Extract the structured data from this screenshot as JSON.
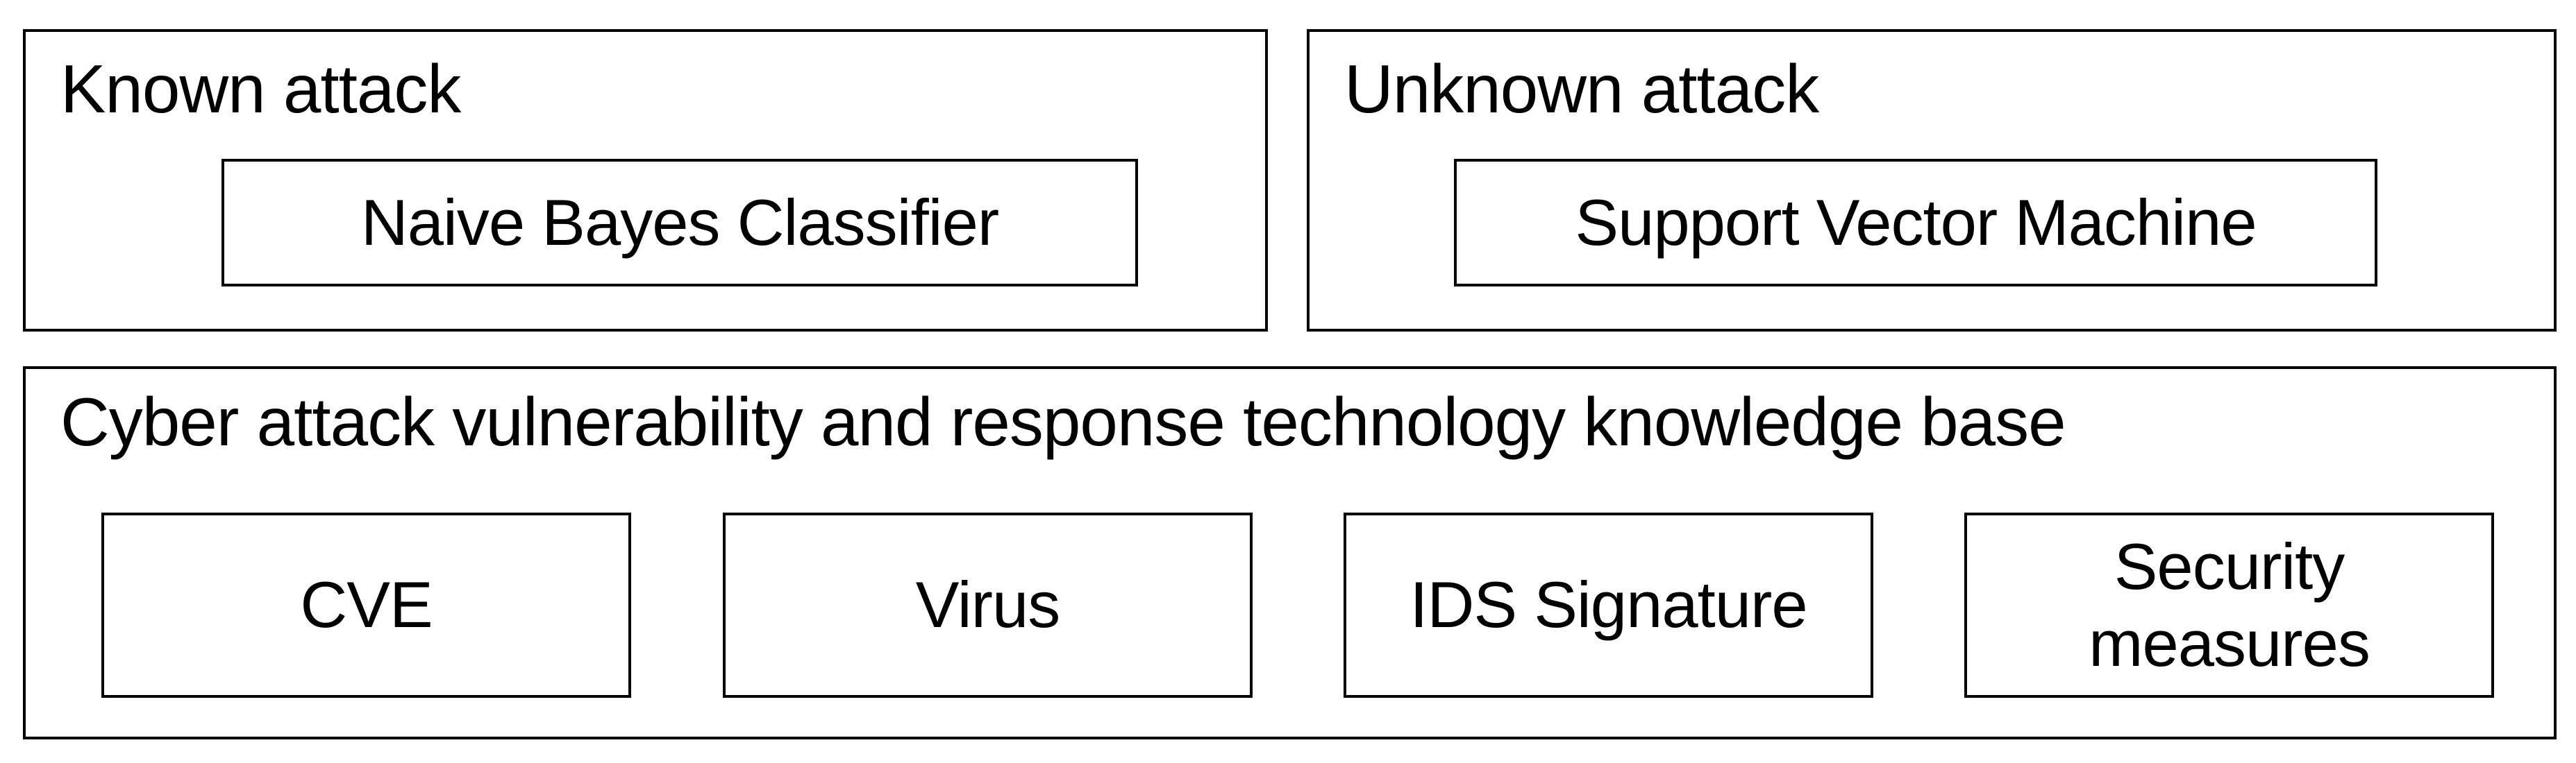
{
  "diagram": {
    "known_attack": {
      "label": "Known attack",
      "classifier": "Naive Bayes Classifier"
    },
    "unknown_attack": {
      "label": "Unknown attack",
      "classifier": "Support Vector Machine"
    },
    "knowledge_base": {
      "label": "Cyber attack vulnerability and response technology knowledge base",
      "items": [
        "CVE",
        "Virus",
        "IDS Signature",
        "Security measures"
      ]
    },
    "colors": {
      "border": "#000000",
      "background": "#ffffff",
      "text": "#000000"
    }
  }
}
